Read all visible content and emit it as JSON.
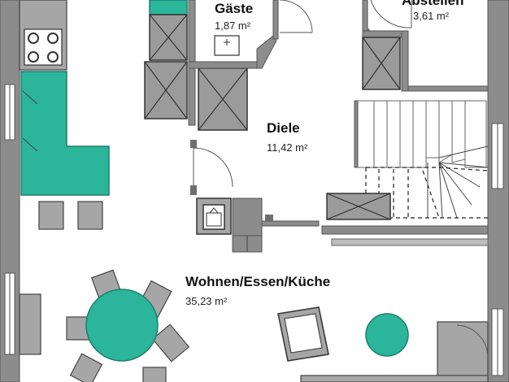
{
  "rooms": {
    "gaeste": {
      "name": "Gäste",
      "area": "1,87 m²"
    },
    "abstellen": {
      "name": "Abstellen",
      "area": "3,61 m²"
    },
    "diele": {
      "name": "Diele",
      "area": "11,42 m²"
    },
    "wohnen": {
      "name": "Wohnen/Essen/Küche",
      "area": "35,23 m²"
    }
  },
  "colors": {
    "accent_teal": "#2bb59b",
    "wall_gray": "#8c8c8c",
    "fixture_gray": "#9b9b9b",
    "floor": "#ffffff"
  },
  "icons": [
    "stove-icon",
    "sink-icon",
    "washbasin-icon",
    "toilet-icon",
    "fireplace-icon",
    "armchair-icon",
    "dining-table-icon",
    "round-table-icon"
  ]
}
